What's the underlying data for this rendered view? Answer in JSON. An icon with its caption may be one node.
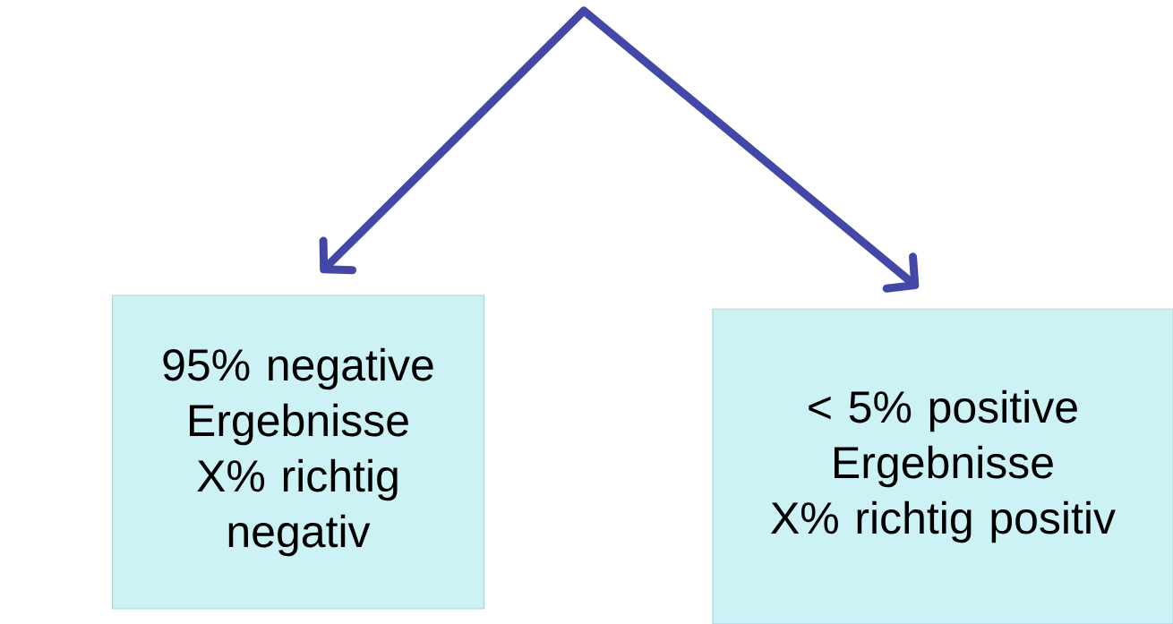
{
  "diagram": {
    "nodes": [
      {
        "text": [
          "95% negative Ergebnisse",
          "X% richtig negativ"
        ]
      },
      {
        "text": [
          "< 5% positive Ergebnisse",
          "X% richtig positiv"
        ]
      }
    ],
    "edges": [
      {
        "from": null,
        "to": 0,
        "arrow": "to"
      },
      {
        "from": null,
        "to": 1,
        "arrow": "to"
      }
    ]
  }
}
